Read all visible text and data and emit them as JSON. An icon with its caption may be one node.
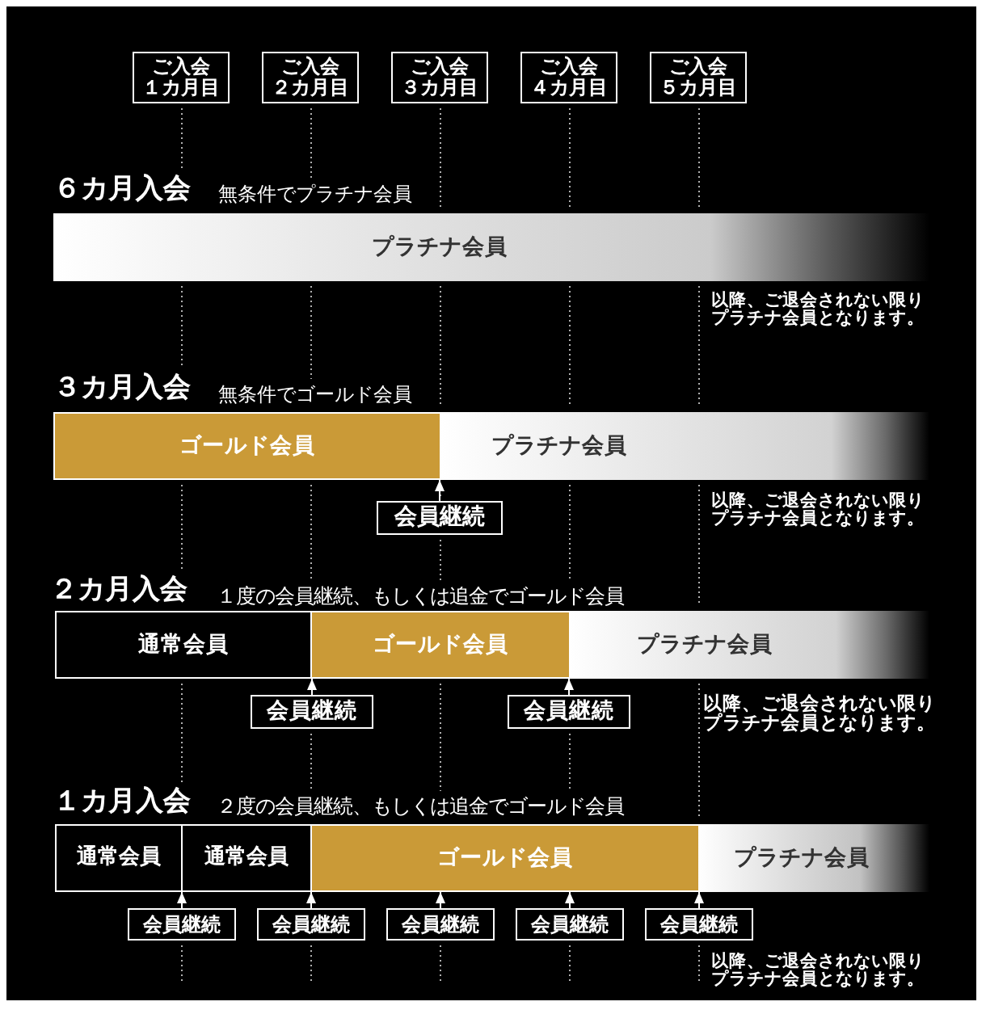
{
  "diagram": {
    "nodes": [
      {
        "text": [
          "ご入会１カ月目"
        ]
      },
      {
        "text": [
          "ご入会２カ月目"
        ]
      },
      {
        "text": [
          "ご入会３カ月目"
        ]
      },
      {
        "text": [
          "ご入会４カ月目"
        ]
      },
      {
        "text": [
          "ご入会５カ月目"
        ]
      },
      {
        "text": [
          "プラチナ会員"
        ],
        "beside": [
          "以降、ご退会されない限りプラチナ会員となります。"
        ]
      },
      {
        "text": [
          "ゴールド会員"
        ]
      },
      {
        "text": [
          "プラチナ会員"
        ],
        "beside": [
          "以降、ご退会されない限りプラチナ会員となります。"
        ]
      },
      {
        "text": [
          "会員継続"
        ]
      },
      {
        "text": [
          "通常会員"
        ]
      },
      {
        "text": [
          "ゴールド会員"
        ]
      },
      {
        "text": [
          "プラチナ会員"
        ],
        "beside": [
          "以降、ご退会されない限りプラチナ会員となります。"
        ]
      },
      {
        "text": [
          "会員継続"
        ]
      },
      {
        "text": [
          "会員継続"
        ]
      },
      {
        "text": [
          "通常会員"
        ]
      },
      {
        "text": [
          "通常会員"
        ]
      },
      {
        "text": [
          "ゴールド会員"
        ]
      },
      {
        "text": [
          "プラチナ会員"
        ]
      },
      {
        "text": [
          "会員継続"
        ]
      },
      {
        "text": [
          "会員継続"
        ]
      },
      {
        "text": [
          "会員継続"
        ]
      },
      {
        "text": [
          "会員継続"
        ]
      },
      {
        "text": [
          "会員継続"
        ]
      }
    ],
    "edges": [
      {
        "from": 8,
        "to": 7,
        "arrow": "to"
      },
      {
        "from": 12,
        "to": 10,
        "arrow": "to"
      },
      {
        "from": 13,
        "to": 11,
        "arrow": "to"
      },
      {
        "from": 18,
        "to": 15,
        "arrow": "to"
      },
      {
        "from": 19,
        "to": 16,
        "arrow": "to"
      },
      {
        "from": 20,
        "to": 16,
        "arrow": "to"
      },
      {
        "from": 21,
        "to": 16,
        "arrow": "to"
      },
      {
        "from": 22,
        "to": 17,
        "arrow": "to"
      }
    ],
    "labels": [
      "６カ月入会",
      "無条件でプラチナ会員",
      "３カ月入会",
      "無条件でゴールド会員",
      "２カ月入会",
      "１度の会員継続、もしくは追金でゴールド会員",
      "１カ月入会",
      "２度の会員継続、もしくは追金でゴールド会員",
      "以降、ご退会されない限りプラチナ会員となります。"
    ]
  }
}
